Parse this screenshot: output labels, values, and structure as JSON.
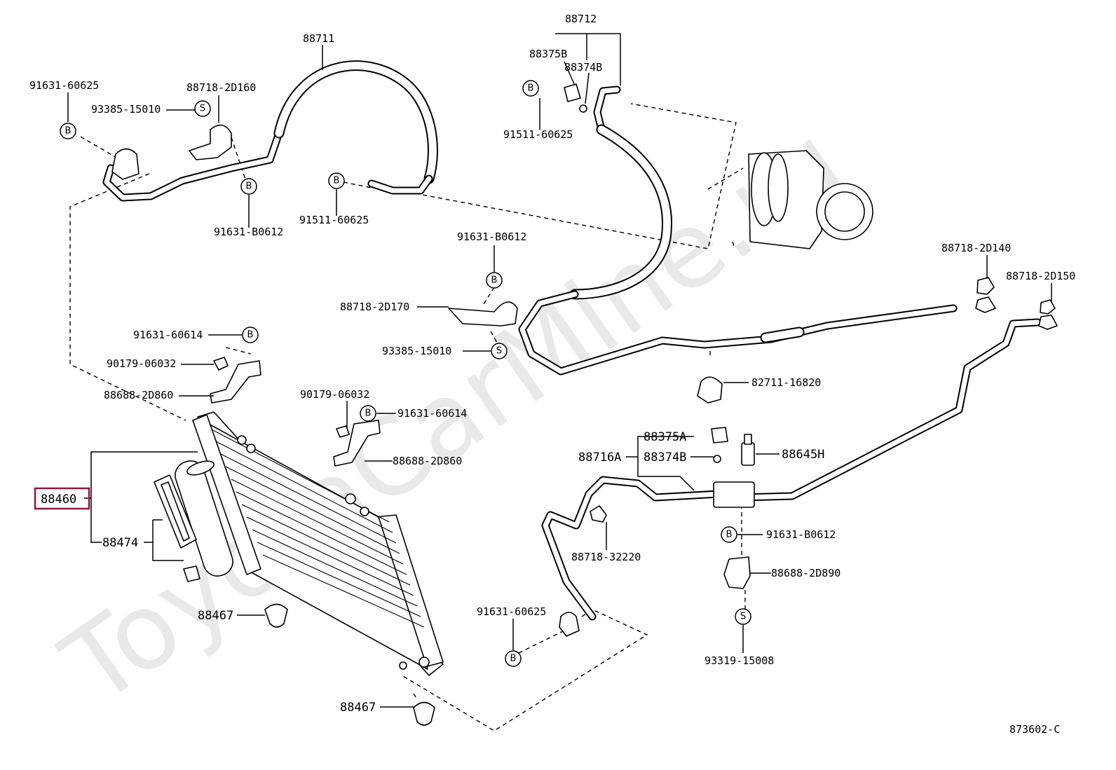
{
  "watermark": "ToyotaCarMine.ru",
  "diagram_code": "873602-C",
  "highlighted_part": "88460",
  "colors": {
    "highlight_box": "#8b1a3a",
    "line": "#000000",
    "watermark": "#e9e9e9"
  },
  "labels": {
    "l88711": "88711",
    "l88712": "88712",
    "l88375B": "88375B",
    "l88374B": "88374B",
    "l91511_60625_top": "91511-60625",
    "l91631_60625_topleft": "91631-60625",
    "l88718_2D160": "88718-2D160",
    "l93385_15010_top": "93385-15010",
    "l91631_B0612_top": "91631-B0612",
    "l91511_60625_mid": "91511-60625",
    "l91631_B0612_mid": "91631-B0612",
    "l88718_2D170": "88718-2D170",
    "l93385_15010_mid": "93385-15010",
    "l88718_2D140": "88718-2D140",
    "l88718_2D150": "88718-2D150",
    "l82711_16820": "82711-16820",
    "l91631_60614_left": "91631-60614",
    "l90179_06032_left": "90179-06032",
    "l88688_2D860_left": "88688-2D860",
    "l90179_06032_mid": "90179-06032",
    "l91631_60614_mid": "91631-60614",
    "l88688_2D860_mid": "88688-2D860",
    "l88375A": "88375A",
    "l88716A": "88716A",
    "l88374B_low": "88374B",
    "l88645H": "88645H",
    "l88460": "88460",
    "l88474": "88474",
    "l88467_a": "88467",
    "l88467_b": "88467",
    "l88718_32220": "88718-32220",
    "l91631_B0612_low": "91631-B0612",
    "l88688_2D890": "88688-2D890",
    "l91631_60625_low": "91631-60625",
    "l93319_15008": "93319-15008"
  },
  "circle_marks": {
    "b": "B",
    "s": "S"
  }
}
